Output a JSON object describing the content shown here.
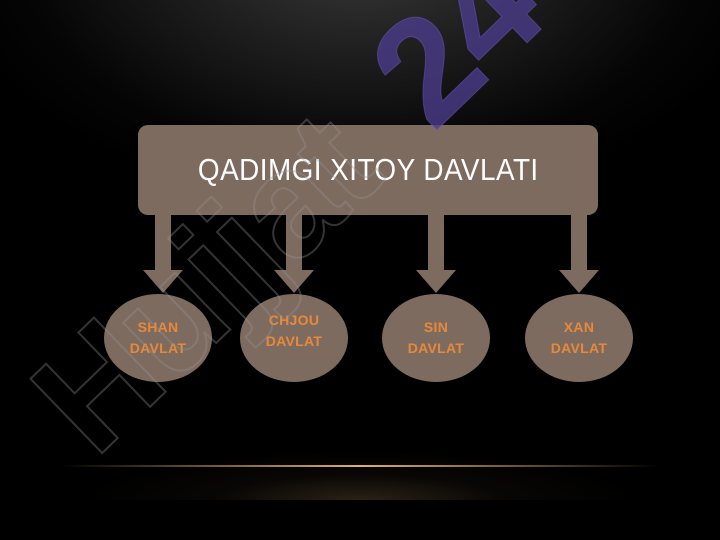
{
  "title": "QADIMGI XITOY DAVLATI",
  "nodes": [
    {
      "line1": "SHAN",
      "line2": "DAVLAT"
    },
    {
      "line1": "CHJOU",
      "line2": "DAVLAT"
    },
    {
      "line1": "SIN",
      "line2": "DAVLAT"
    },
    {
      "line1": "XAN",
      "line2": "DAVLAT"
    }
  ],
  "watermark": "Hujjat24",
  "colors": {
    "box_fill": "#7e6b60",
    "title_text": "#ffffff",
    "node_text": "#e8893a",
    "watermark_purple": "#4b3c8c",
    "horizon_glow": "#e0b070"
  }
}
